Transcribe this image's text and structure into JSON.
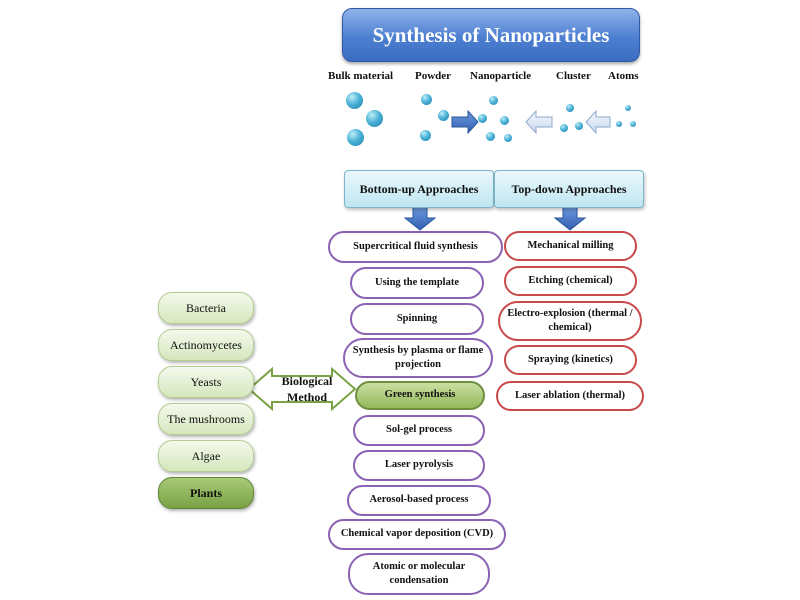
{
  "title": "Synthesis of Nanoparticles",
  "stages": [
    "Bulk material",
    "Powder",
    "Nanoparticle",
    "Cluster",
    "Atoms"
  ],
  "approaches": {
    "bottom_up": "Bottom-up Approaches",
    "top_down": "Top-down Approaches"
  },
  "bottom_up_methods": [
    "Supercritical fluid synthesis",
    "Using the template",
    "Spinning",
    "Synthesis by plasma or flame projection",
    "Green synthesis",
    "Sol-gel process",
    "Laser pyrolysis",
    "Aerosol-based process",
    "Chemical vapor deposition (CVD)",
    "Atomic or molecular condensation"
  ],
  "top_down_methods": [
    "Mechanical milling",
    "Etching (chemical)",
    "Electro-explosion (thermal / chemical)",
    "Spraying (kinetics)",
    "Laser ablation (thermal)"
  ],
  "biological_method": "Biological Method",
  "organisms": [
    "Bacteria",
    "Actinomycetes",
    "Yeasts",
    "The mushrooms",
    "Algae",
    "Plants"
  ],
  "colors": {
    "title_blue": "#4d7fd1",
    "bottom_up_border": "#8a62b3",
    "top_down_border": "#c9494b",
    "green": "#93b95b"
  }
}
